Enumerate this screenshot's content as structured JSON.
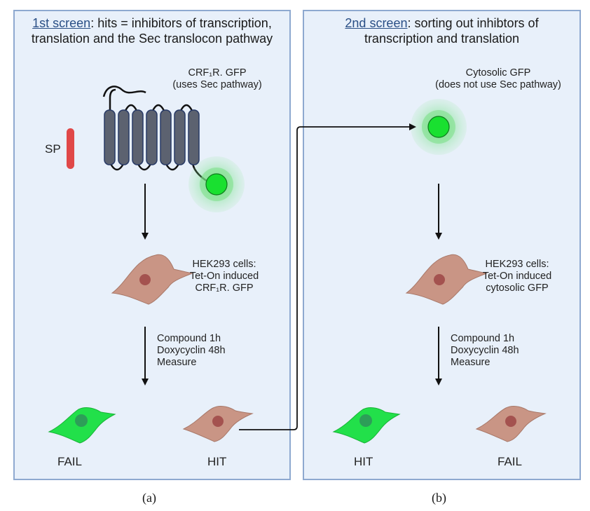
{
  "panel_a": {
    "title_highlight": "1st screen",
    "title_rest_line1": ": hits = inhibitors of transcription,",
    "title_line2": "translation and the Sec translocon pathway",
    "sp_label": "SP",
    "reporter_line1": "CRF₁R. GFP",
    "reporter_line2": "(uses Sec pathway)",
    "cells_line1": "HEK293 cells:",
    "cells_line2": "Tet-On induced",
    "cells_line3": "CRF₁R. GFP",
    "steps": [
      "Compound 1h",
      "Doxycyclin 48h",
      "Measure"
    ],
    "outcome_left": "FAIL",
    "outcome_right": "HIT",
    "caption": "(a)"
  },
  "panel_b": {
    "title_highlight": "2nd screen",
    "title_rest_line1": ": sorting out inhibtors of",
    "title_line2": "transcription and translation",
    "reporter_line1": "Cytosolic GFP",
    "reporter_line2": "(does not use  Sec pathway)",
    "cells_line1": "HEK293 cells:",
    "cells_line2": "Tet-On induced",
    "cells_line3": "cytosolic GFP",
    "steps": [
      "Compound 1h",
      "Doxycyclin 48h",
      "Measure"
    ],
    "outcome_left": "HIT",
    "outcome_right": "FAIL",
    "caption": "(b)"
  },
  "colors": {
    "panel_bg": "#e8f0fa",
    "panel_border": "#8ea9d0",
    "title_highlight": "#2a4f86",
    "gfp_green": "#19e030",
    "cell_brown": "#c99585",
    "nucleus": "#a4524f",
    "signal_peptide": "#e04848",
    "helix": "#5c6270"
  }
}
